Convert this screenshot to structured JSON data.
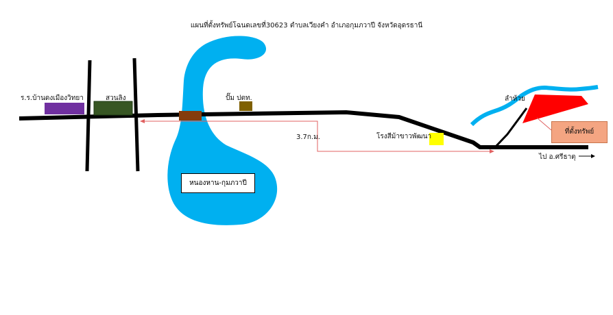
{
  "title": "แผนที่ตั้งทรัพย์โฉนดเลขที่30623 ตำบลเวียงคำ อำเภอกุมภวาปี จังหวัดอุดรธานี",
  "labels": {
    "school": "ร.ร.บ้านดงเมืองวิทยา",
    "park": "สวนลิง",
    "gas_station": "ปั๊ม ปตท.",
    "rice_mill": "โรงสีม้าขาวพัฒนา",
    "stream": "ลำห้วย",
    "distance": "3.7ก.ม.",
    "to_district": "ไป อ.ศรีธาตุ",
    "lake": "หนองหาน-กุมภวาปี",
    "property": "ที่ตั้งทรัพย์"
  },
  "colors": {
    "water": "#00b0f0",
    "road": "#000000",
    "school_marker": "#7030a0",
    "park_marker": "#375623",
    "gas_marker": "#7f6000",
    "mill_marker": "#ffff00",
    "bridge": "#843c0c",
    "property_area": "#ff0000",
    "property_label_bg": "#f4a582",
    "route_line": "#e06060"
  }
}
